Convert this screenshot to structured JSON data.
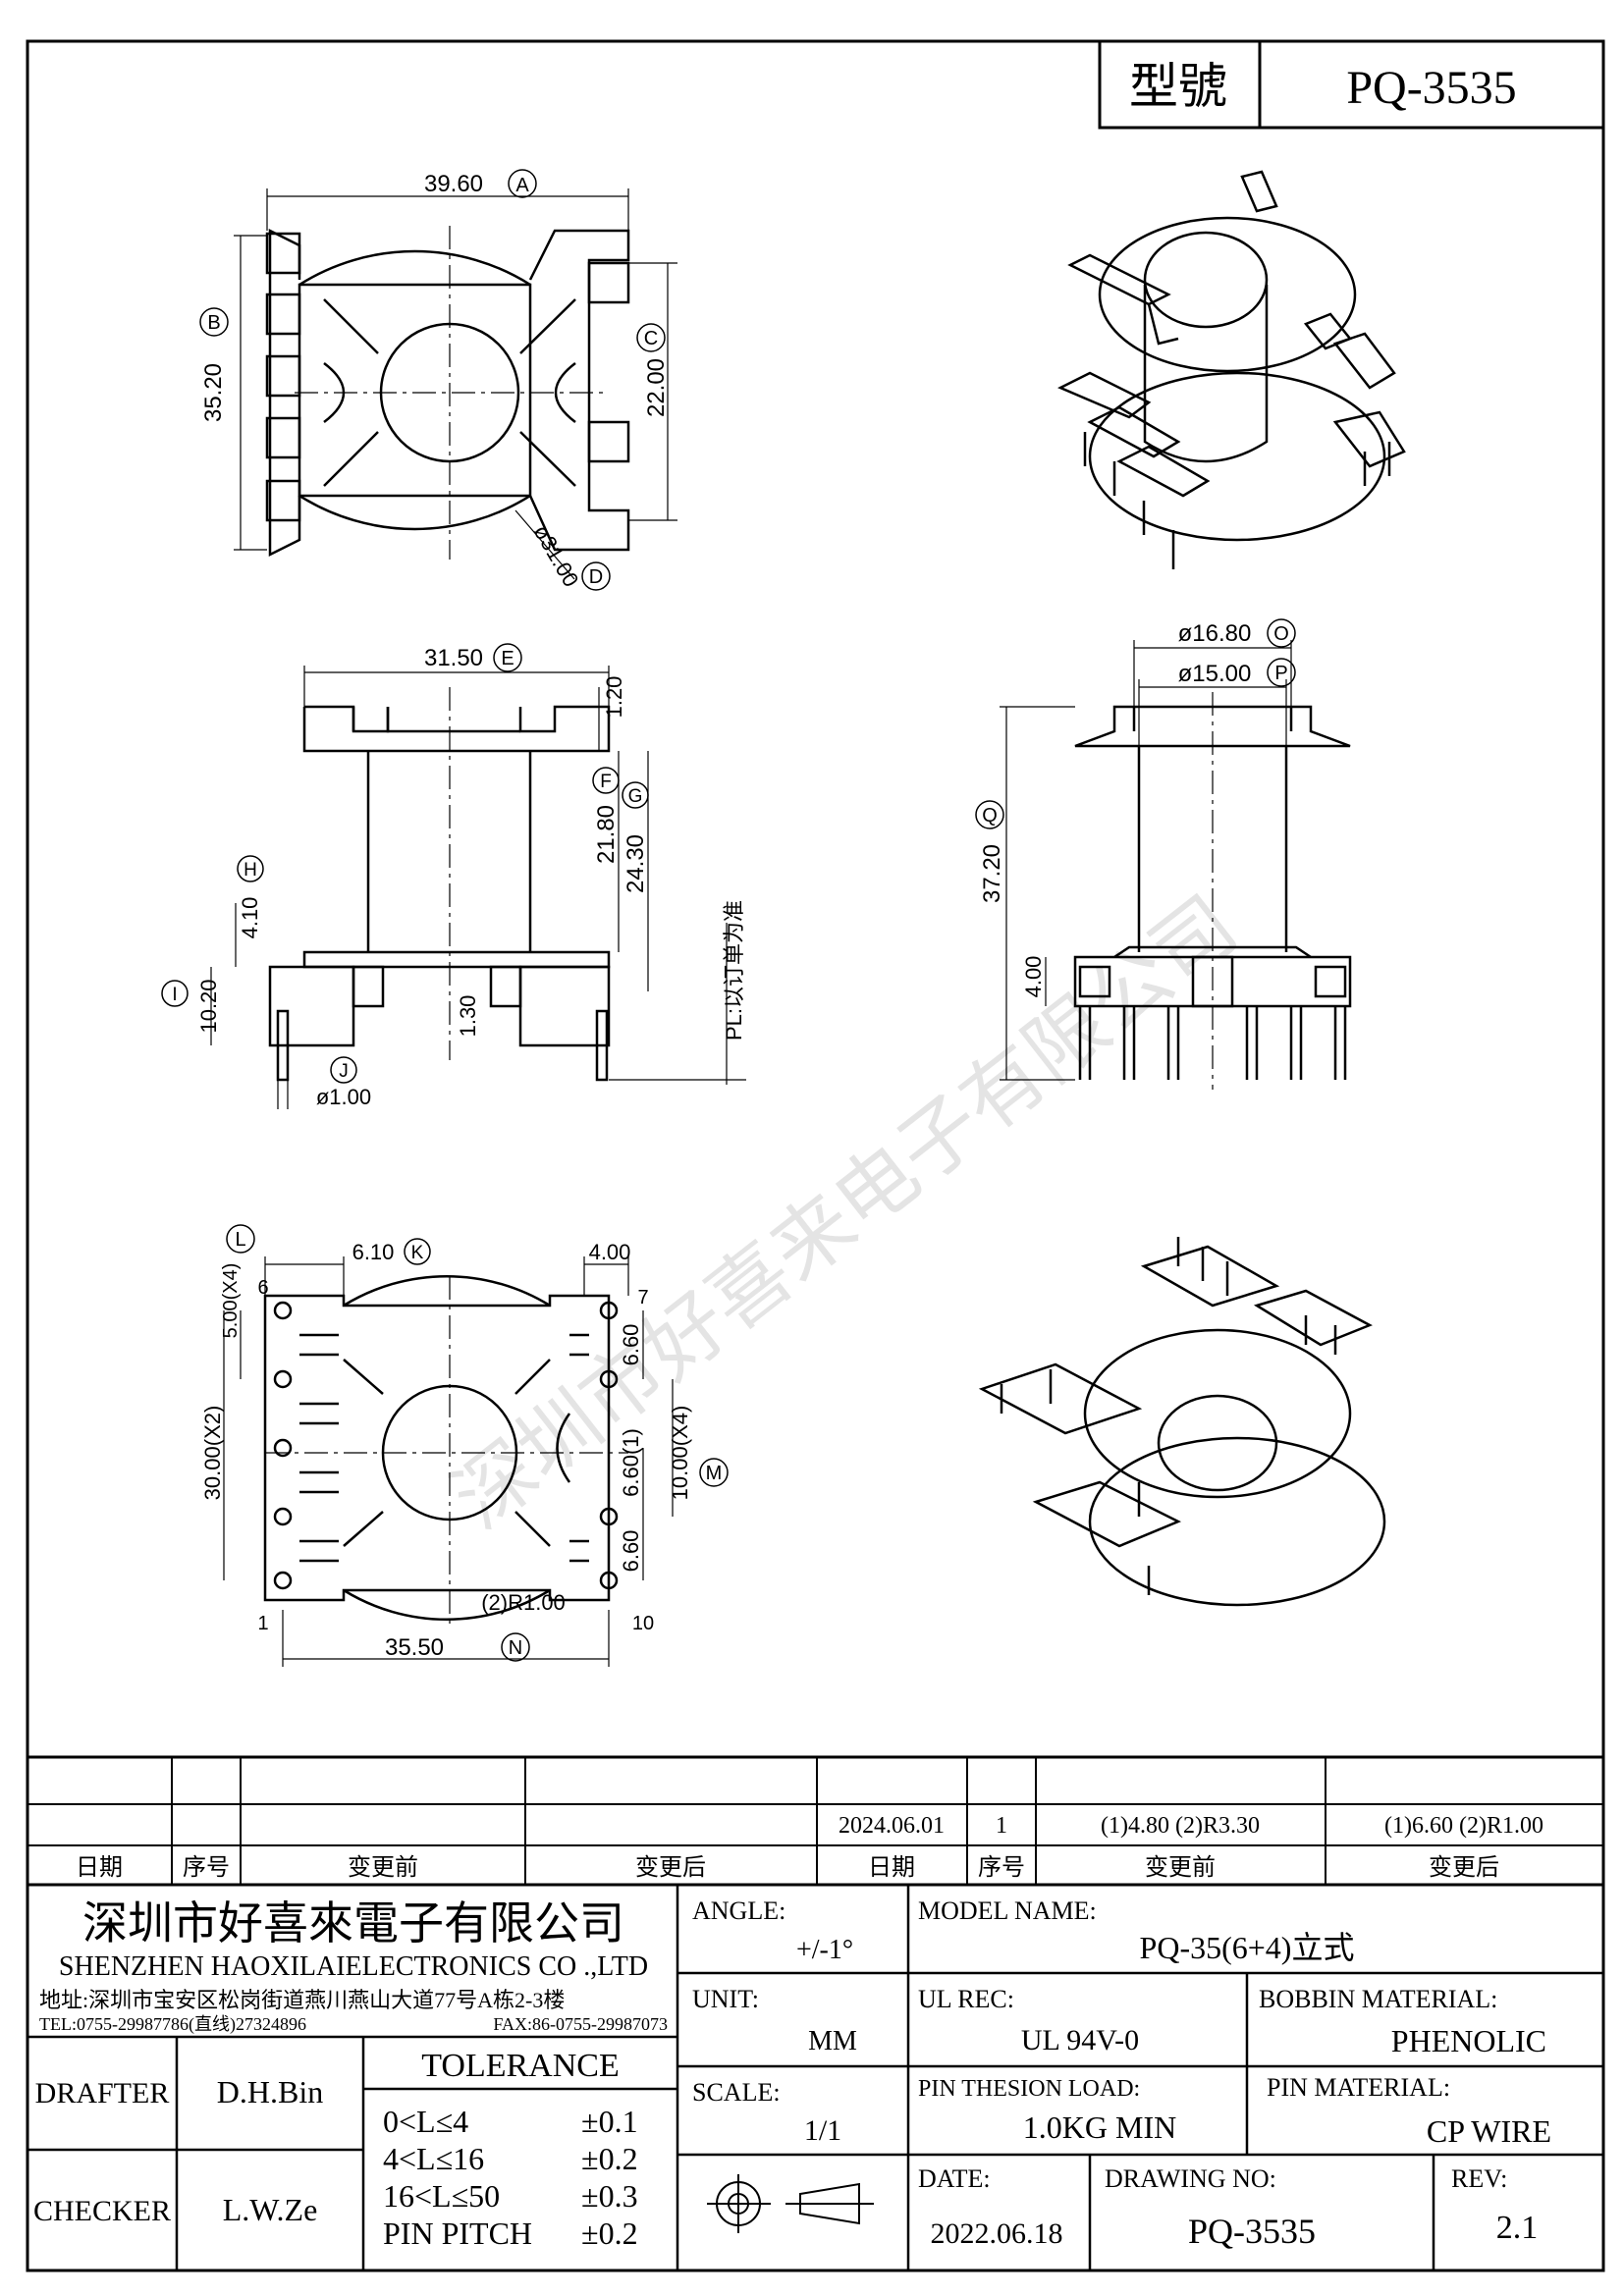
{
  "header": {
    "model_label": "型號",
    "model_value": "PQ-3535"
  },
  "views": {
    "top": {
      "dim_A": "39.60",
      "ref_A": "A",
      "dim_B": "35.20",
      "ref_B": "B",
      "dim_C": "22.00",
      "ref_C": "C",
      "dim_D": "ø31.00",
      "ref_D": "D"
    },
    "front": {
      "dim_E": "31.50",
      "ref_E": "E",
      "dim_top": "1.20",
      "dim_F": "21.80",
      "ref_F": "F",
      "dim_G": "24.30",
      "ref_G": "G",
      "dim_H": "4.10",
      "ref_H": "H",
      "dim_I": "10.20",
      "ref_I": "I",
      "dim_J": "ø1.00",
      "ref_J": "J",
      "dim_mid": "1.30",
      "pl_note": "PL:以订单为准"
    },
    "side": {
      "dim_O": "ø16.80",
      "ref_O": "O",
      "dim_P": "ø15.00",
      "ref_P": "P",
      "dim_Q": "37.20",
      "ref_Q": "Q",
      "dim_low": "4.00"
    },
    "bottom": {
      "dim_L": "5.00(X4)",
      "ref_L": "L",
      "dim_K": "6.10",
      "ref_K": "K",
      "dim_400": "4.00",
      "dim_30": "30.00(X2)",
      "dim_660a": "6.60",
      "dim_660b": "6.60(1)",
      "dim_660c": "6.60",
      "dim_M": "10.00(X4)",
      "ref_M": "M",
      "dim_R": "(2)R1.00",
      "dim_N": "35.50",
      "ref_N": "N",
      "pin_1": "1",
      "pin_6": "6",
      "pin_7": "7",
      "pin_10": "10"
    }
  },
  "watermark": "深圳市好喜来电子有限公司",
  "revision_table": {
    "row": [
      "",
      "",
      "",
      "",
      "2024.06.01",
      "1",
      "(1)4.80    (2)R3.30",
      "(1)6.60   (2)R1.00"
    ],
    "headers": [
      "日期",
      "序号",
      "变更前",
      "变更后",
      "日期",
      "序号",
      "变更前",
      "变更后"
    ]
  },
  "company": {
    "name_cn": "深圳市好喜來電子有限公司",
    "name_en": "SHENZHEN HAOXILAIELECTRONICS CO .,LTD",
    "address": "地址:深圳市宝安区松岗街道燕川燕山大道77号A栋2-3楼",
    "tel": "TEL:0755-29987786(直线)27324896",
    "fax": "FAX:86-0755-29987073"
  },
  "title_block": {
    "angle_label": "ANGLE:",
    "angle_value": "+/-1°",
    "model_name_label": "MODEL NAME:",
    "model_name_value": "PQ-35(6+4)立式",
    "unit_label": "UNIT:",
    "unit_value": "MM",
    "ul_label": "UL REC:",
    "ul_value": "UL 94V-0",
    "bobbin_label": "BOBBIN MATERIAL:",
    "bobbin_value": "PHENOLIC",
    "scale_label": "SCALE:",
    "scale_value": "1/1",
    "pin_load_label": "PIN THESION LOAD:",
    "pin_load_value": "1.0KG MIN",
    "pin_mat_label": "PIN MATERIAL:",
    "pin_mat_value": "CP  WIRE",
    "date_label": "DATE:",
    "date_value": "2022.06.18",
    "drawing_label": "DRAWING NO:",
    "drawing_value": "PQ-3535",
    "rev_label": "REV:",
    "rev_value": "2.1",
    "drafter_label": "DRAFTER",
    "drafter_value": "D.H.Bin",
    "checker_label": "CHECKER",
    "checker_value": "L.W.Ze",
    "tolerance_title": "TOLERANCE",
    "tolerances": [
      {
        "range": "0<L≤4",
        "value": "±0.1"
      },
      {
        "range": "4<L≤16",
        "value": "±0.2"
      },
      {
        "range": "16<L≤50",
        "value": "±0.3"
      },
      {
        "range": "PIN PITCH",
        "value": "±0.2"
      }
    ]
  }
}
